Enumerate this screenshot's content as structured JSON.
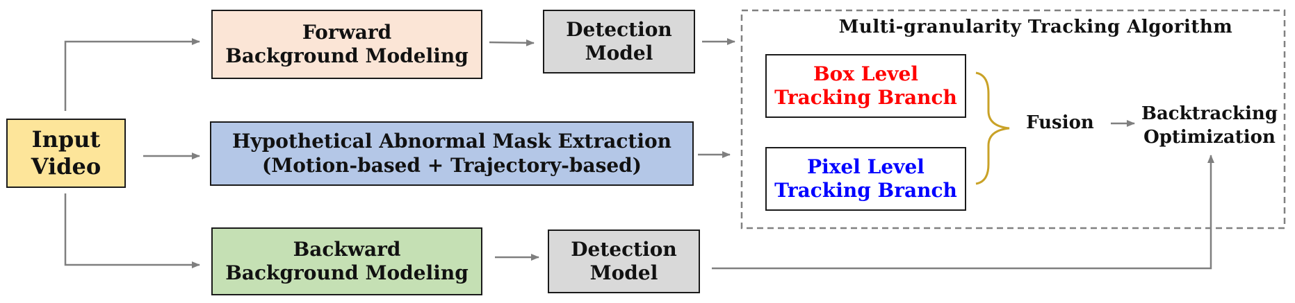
{
  "colors": {
    "input": "#fde59a",
    "forward": "#fbe5d6",
    "detection": "#d9d9d9",
    "mask": "#b4c7e7",
    "backward": "#c5e0b4",
    "box_level_text": "#ff0000",
    "pixel_level_text": "#0000ff",
    "brace": "#c9a227",
    "arrow": "#7f7f7f",
    "dashed_border": "#808080"
  },
  "input": {
    "line1": "Input",
    "line2": "Video"
  },
  "forward": {
    "line1": "Forward",
    "line2": "Background Modeling"
  },
  "detection_top": {
    "line1": "Detection",
    "line2": "Model"
  },
  "mask": {
    "line1": "Hypothetical Abnormal Mask Extraction",
    "line2": "(Motion-based + Trajectory-based)"
  },
  "backward": {
    "line1": "Backward",
    "line2": "Background Modeling"
  },
  "detection_bottom": {
    "line1": "Detection",
    "line2": "Model"
  },
  "tracking": {
    "title": "Multi-granularity Tracking Algorithm",
    "box_level": {
      "line1": "Box Level",
      "line2": "Tracking Branch"
    },
    "pixel_level": {
      "line1": "Pixel Level",
      "line2": "Tracking Branch"
    },
    "fusion": "Fusion",
    "backtracking": {
      "line1": "Backtracking",
      "line2": "Optimization"
    }
  }
}
